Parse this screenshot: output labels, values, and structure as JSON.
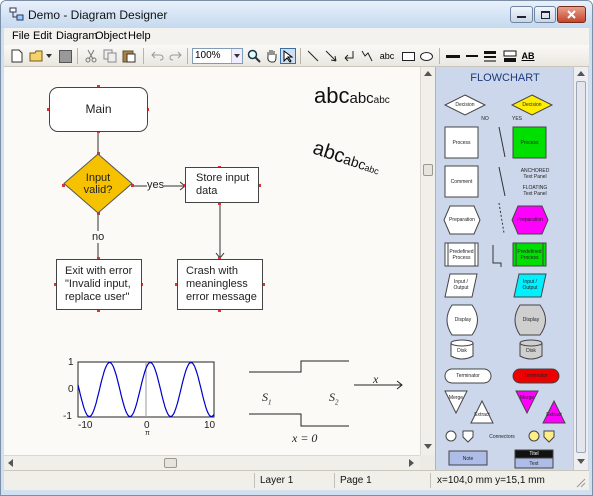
{
  "window": {
    "title": "Demo - Diagram Designer"
  },
  "menu": [
    "File",
    "Edit",
    "Diagram",
    "Object",
    "Help"
  ],
  "toolbar": {
    "zoom": "100%",
    "text_tool_label": "abc"
  },
  "diagram": {
    "main_label": "Main",
    "decision_label": "Input\nvalid?",
    "store_label": "Store input\ndata",
    "error_label": "Exit with error\n\"Invalid input,\nreplace user\"",
    "crash_label": "Crash with\nmeaningless\nerror message",
    "yes_label": "yes",
    "no_label": "no",
    "text_sample_big": "abc",
    "text_sample_mid": "abc",
    "text_sample_small": "abc",
    "wave_axis": {
      "y_ticks": [
        "1",
        "0",
        "-1"
      ],
      "x_ticks": [
        "-10",
        "0",
        "10"
      ],
      "x_sub": "π"
    },
    "circuit": {
      "s1": "S",
      "s1_sub": "1",
      "s2": "S",
      "s2_sub": "2",
      "x_label": "x",
      "eq_label": "x = 0"
    }
  },
  "palette": {
    "title": "FLOWCHART",
    "items": {
      "decision": "Decision",
      "decision2": "Decision",
      "no": "NO",
      "yes": "YES",
      "process": "Process",
      "process2": "Process",
      "comment": "Comment",
      "anchored": "ANCHORED\nText Panel",
      "floating": "FLOATING\nText Panel",
      "preparation": "Preparation",
      "preparation2": "Preparation",
      "predefined": "Predefined\nProcess",
      "predefined2": "Predefined\nProcess",
      "io": "Input /\nOutput",
      "io2": "Input /\nOutput",
      "display": "Display",
      "display2": "Display",
      "disk": "Disk",
      "disk2": "Disk",
      "terminator": "Terminator",
      "terminator2": "Terminator",
      "merge": "Merge",
      "extract": "Extract",
      "merge2": "Merge",
      "extract2": "Extract",
      "connectors": "Connectors",
      "note": "Note",
      "titel": "Titel",
      "text": "Text"
    }
  },
  "status": {
    "layer": "Layer 1",
    "page": "Page 1",
    "coords": "x=104,0 mm  y=15,1 mm"
  },
  "colors": {
    "decision_fill": "#f6c200",
    "palette_yellow": "#ffee00",
    "palette_green": "#00e000",
    "palette_magenta": "#ff00ff",
    "palette_cyan": "#00f0ff",
    "palette_red": "#ee0000",
    "wave": "#0000cc"
  }
}
